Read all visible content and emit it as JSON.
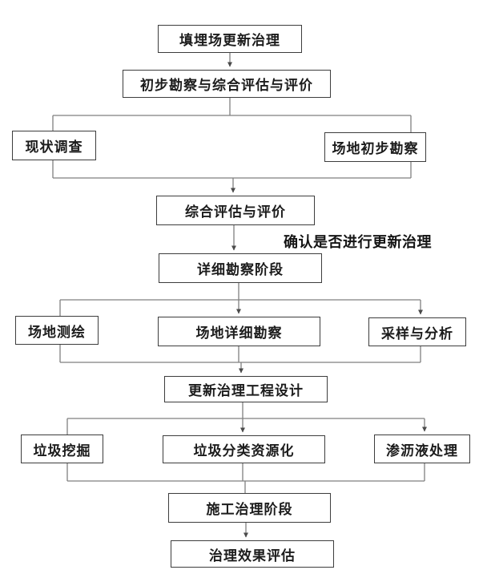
{
  "flowchart": {
    "nodes": {
      "landfill_renewal": {
        "label": "填埋场更新治理"
      },
      "preliminary_survey_assessment": {
        "label": "初步勘察与综合评估与评价"
      },
      "current_status_investigation": {
        "label": "现状调查"
      },
      "site_preliminary_survey": {
        "label": "场地初步勘察"
      },
      "comprehensive_assessment": {
        "label": "综合评估与评价"
      },
      "detailed_survey_phase": {
        "label": "详细勘察阶段"
      },
      "site_mapping": {
        "label": "场地测绘"
      },
      "site_detailed_survey": {
        "label": "场地详细勘察"
      },
      "sampling_analysis": {
        "label": "采样与分析"
      },
      "renewal_engineering_design": {
        "label": "更新治理工程设计"
      },
      "waste_excavation": {
        "label": "垃圾挖掘"
      },
      "waste_sorting_recycling": {
        "label": "垃圾分类资源化"
      },
      "leachate_treatment": {
        "label": "渗沥液处理"
      },
      "construction_phase": {
        "label": "施工治理阶段"
      },
      "effect_evaluation": {
        "label": "治理效果评估"
      }
    },
    "edge_label": "确认是否进行更新治理",
    "colors": {
      "box_border": "#3d3d3d",
      "line": "#7f7f7f",
      "arrowhead": "#4a4a4a",
      "text": "#1c1c1c",
      "background": "#ffffff"
    }
  }
}
